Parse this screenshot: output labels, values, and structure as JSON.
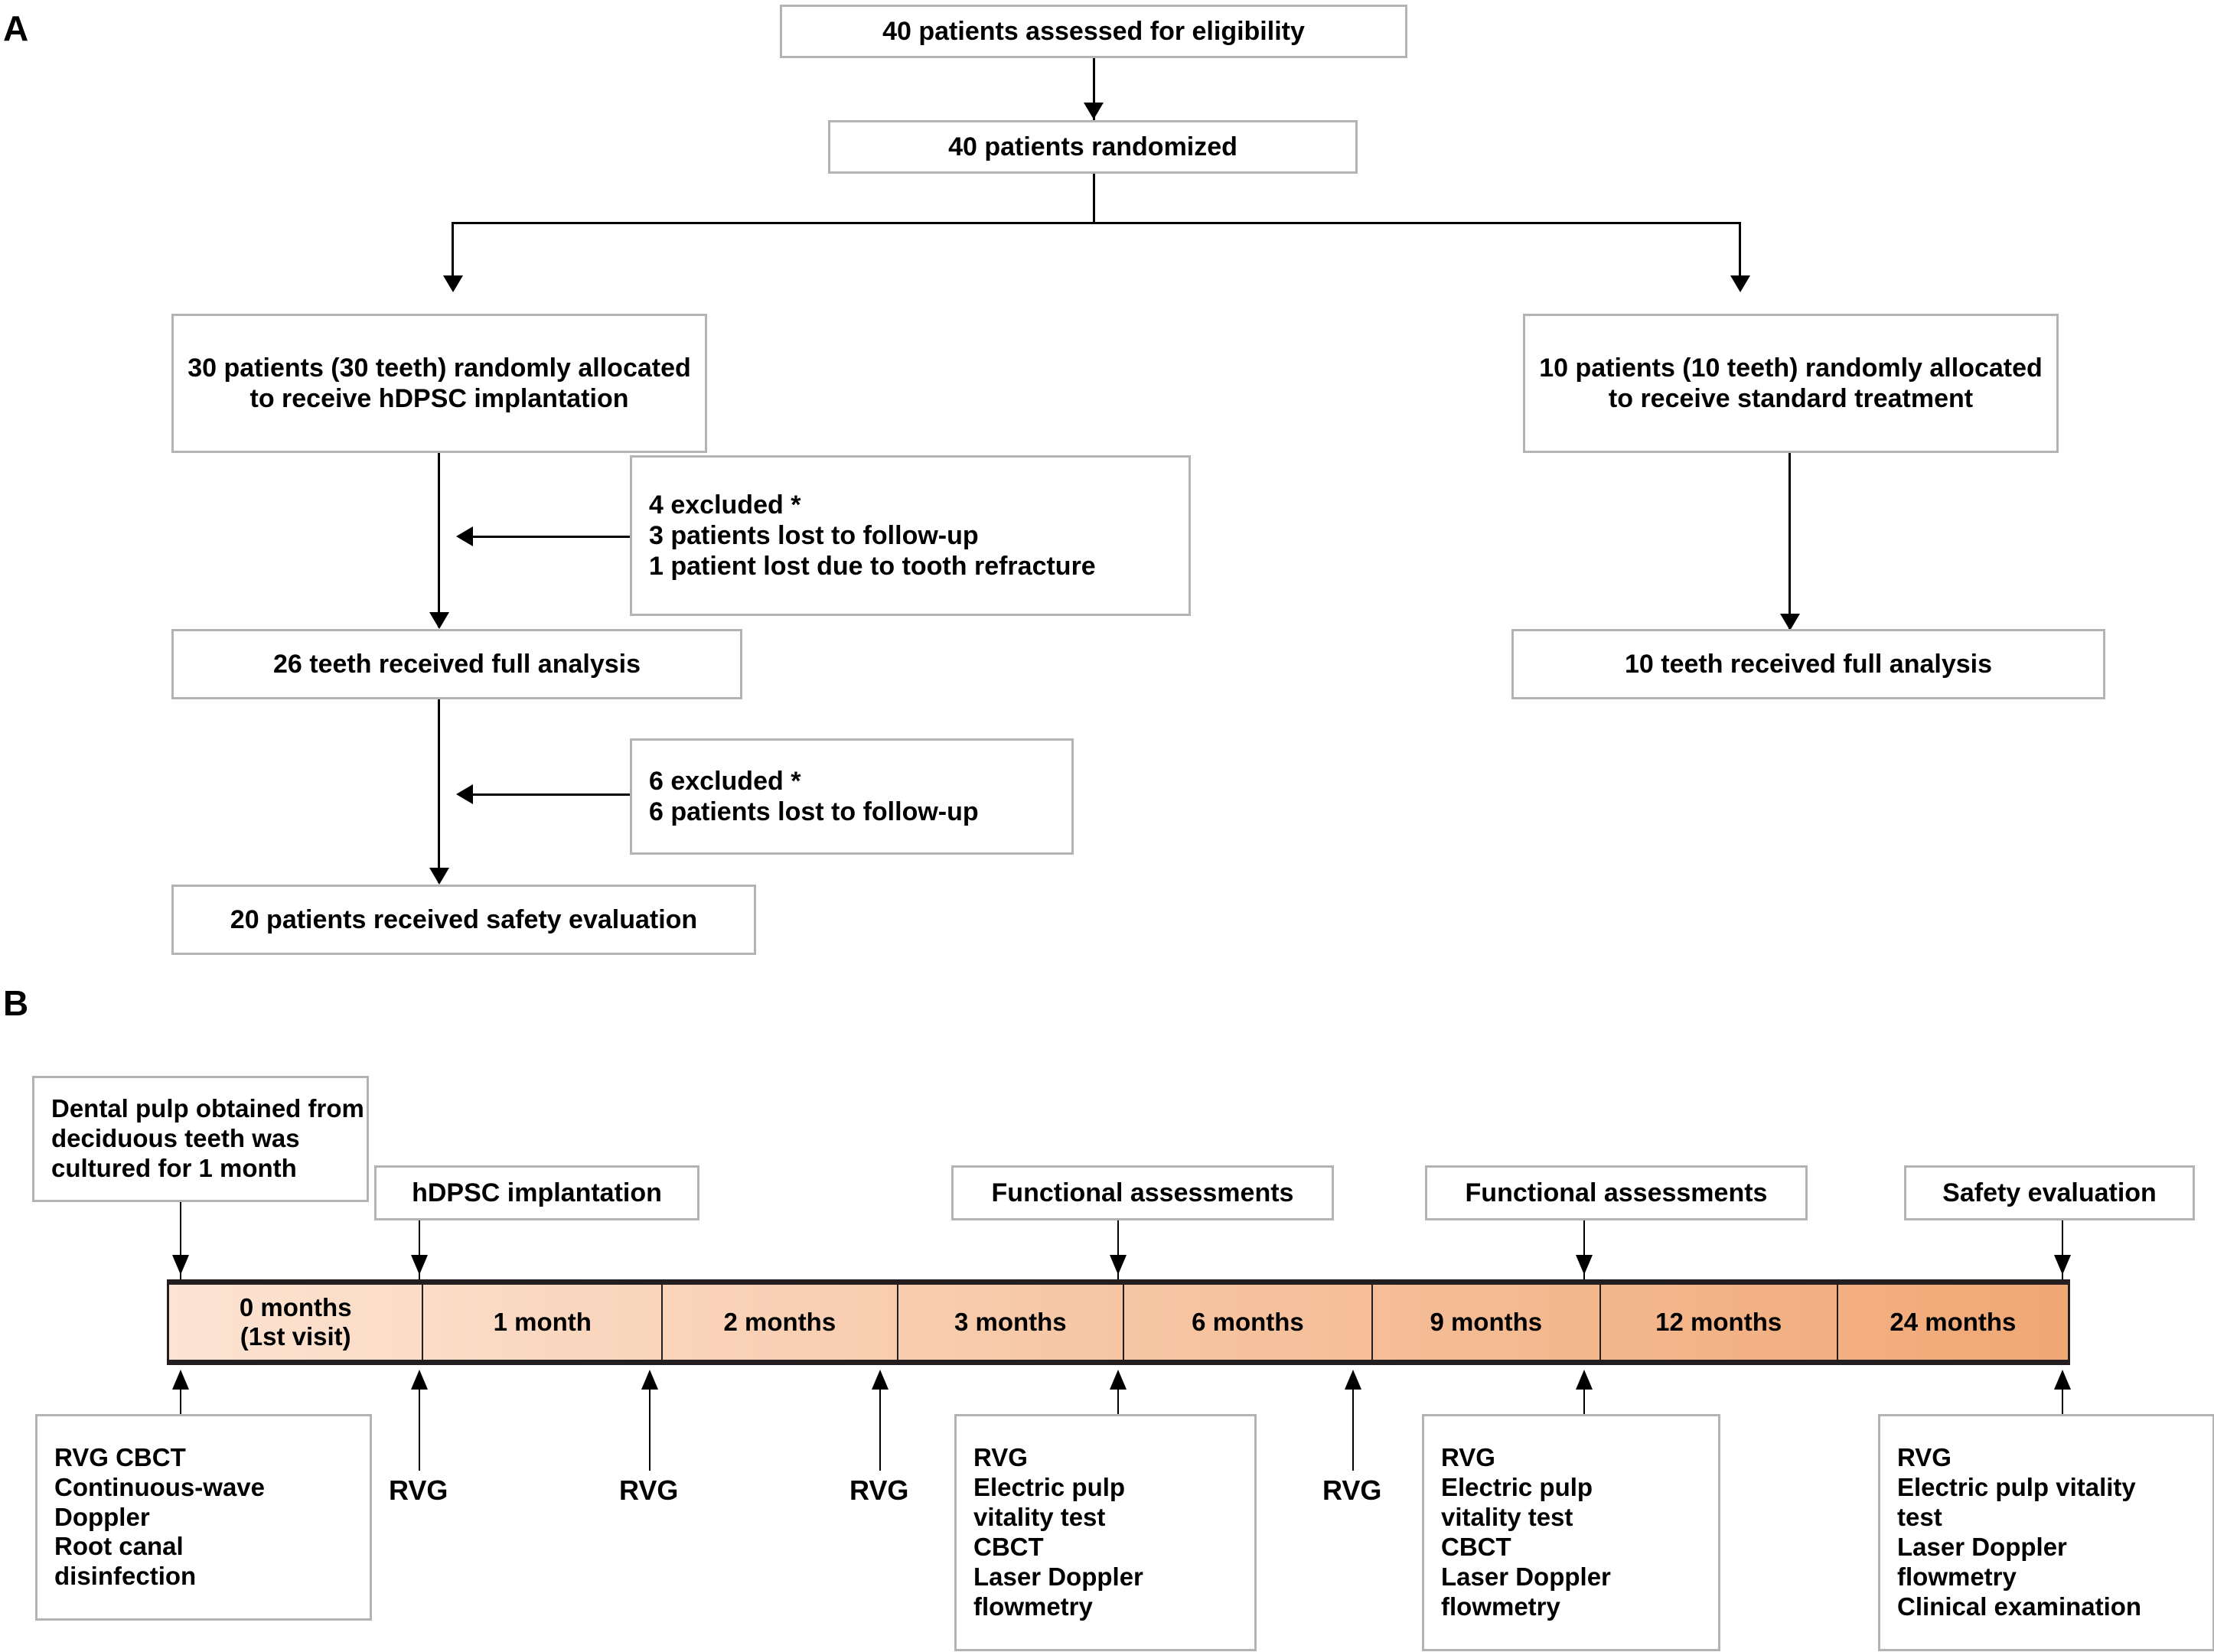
{
  "panels": {
    "a_label": "A",
    "b_label": "B"
  },
  "flow": {
    "enrollment": "40 patients assessed for eligibility",
    "randomized": "40 patients randomized",
    "alloc_test": "30 patients (30 teeth) randomly allocated to receive hDPSC implantation",
    "alloc_control": "10 patients (10 teeth) randomly allocated to receive standard treatment",
    "excluded_1": "4 excluded *\n3 patients lost to follow-up\n1 patient lost due to tooth refracture",
    "analysis_test": "26 teeth received full analysis",
    "analysis_control": "10 teeth received full analysis",
    "excluded_2": "6 excluded *\n6 patients  lost to follow-up",
    "safety": "20 patients received  safety evaluation"
  },
  "timeline": {
    "segments": [
      {
        "label": "0 months\n(1st visit)"
      },
      {
        "label": "1 month"
      },
      {
        "label": "2 months"
      },
      {
        "label": "3 months"
      },
      {
        "label": "6 months"
      },
      {
        "label": "9 months"
      },
      {
        "label": "12 months"
      },
      {
        "label": "24 months"
      }
    ],
    "gradient_start": "#fce3d2",
    "gradient_end": "#f0a875",
    "above_boxes": [
      {
        "label": "Dental pulp obtained from deciduous teeth was cultured for 1 month"
      },
      {
        "label": "hDPSC implantation"
      },
      {
        "label": "Functional assessments"
      },
      {
        "label": "Functional assessments"
      },
      {
        "label": "Safety evaluation"
      }
    ],
    "below_boxes": [
      {
        "label": "RVG  CBCT\nContinuous-wave\nDoppler\nRoot canal\ndisinfection"
      },
      {
        "label": "RVG\nElectric pulp\nvitality test\nCBCT\nLaser Doppler\nflowmetry"
      },
      {
        "label": "RVG\nElectric pulp\nvitality test\nCBCT\nLaser Doppler\nflowmetry"
      },
      {
        "label": "RVG\nElectric pulp vitality\ntest\nLaser Doppler\nflowmetry\nClinical examination"
      }
    ],
    "below_marks": [
      {
        "label": "RVG"
      },
      {
        "label": "RVG"
      },
      {
        "label": "RVG"
      },
      {
        "label": "RVG"
      }
    ]
  },
  "colors": {
    "box_border": "#b3b3b3",
    "line": "#000000",
    "timeline_border": "#231f20"
  }
}
